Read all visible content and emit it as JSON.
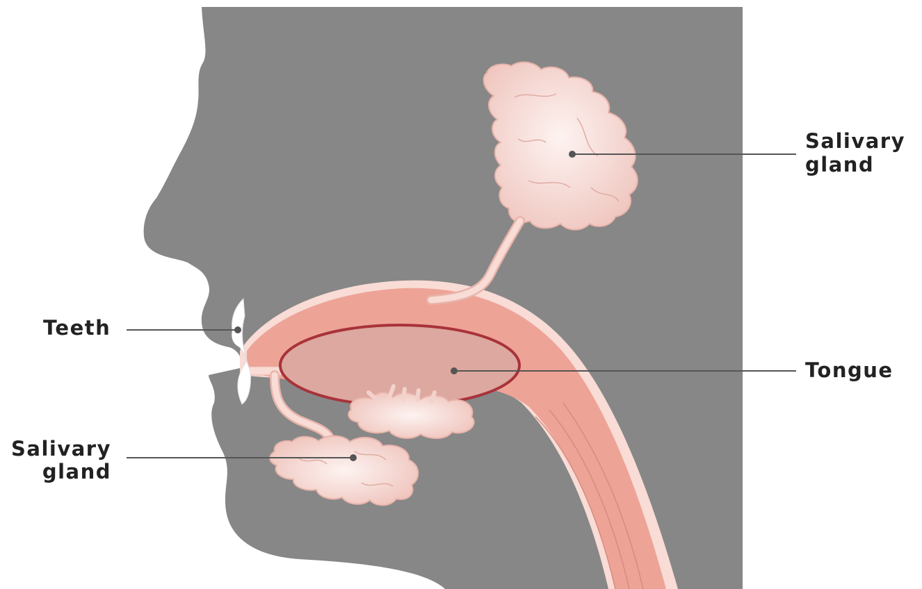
{
  "labels": {
    "salivary_gland_upper": {
      "line1": "Salivary",
      "line2": "gland"
    },
    "teeth": "Teeth",
    "tongue": "Tongue",
    "salivary_gland_lower": {
      "line1": "Salivary",
      "line2": "gland"
    }
  },
  "colors": {
    "head_silhouette": "#878787",
    "background": "#ffffff",
    "gland_fill": "#f3d2cc",
    "gland_outline": "#e8b4aa",
    "tract_fill": "#eea397",
    "tract_lining": "#f8dcd5",
    "tongue_fill": "#dca89f",
    "tongue_outline": "#a8333a",
    "teeth_fill": "#ffffff",
    "label_text": "#222222",
    "leader_line": "#555555"
  }
}
